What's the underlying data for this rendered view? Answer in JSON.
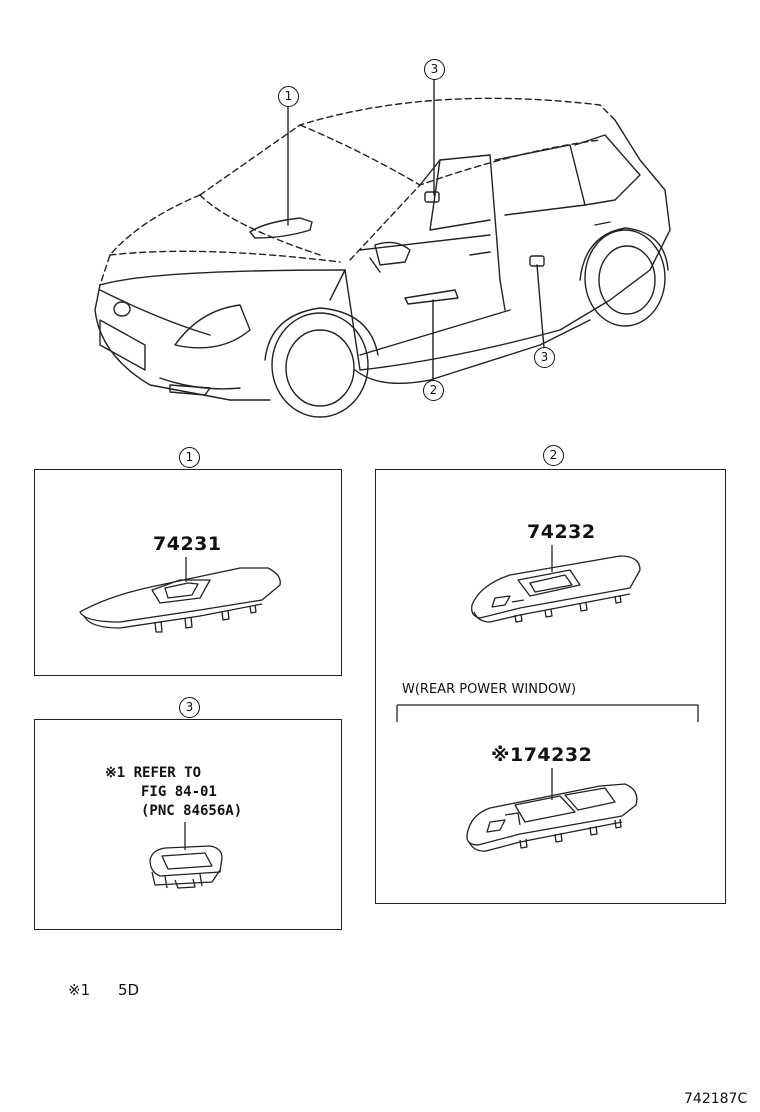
{
  "callouts": {
    "c1": "1",
    "c2": "2",
    "c3": "3"
  },
  "panels": {
    "panel1": {
      "callout": "1",
      "part_number": "74231"
    },
    "panel2": {
      "callout": "2",
      "part_number": "74232",
      "variant_label": "W(REAR POWER WINDOW)",
      "variant_part_number": "※174232"
    },
    "panel3": {
      "callout": "3",
      "note_line1": "※1 REFER TO",
      "note_line2": "FIG 84-01",
      "note_line3": "(PNC 84656A)"
    }
  },
  "footnote": {
    "mark": "※1",
    "text": "5D"
  },
  "figure_code": "742187C"
}
